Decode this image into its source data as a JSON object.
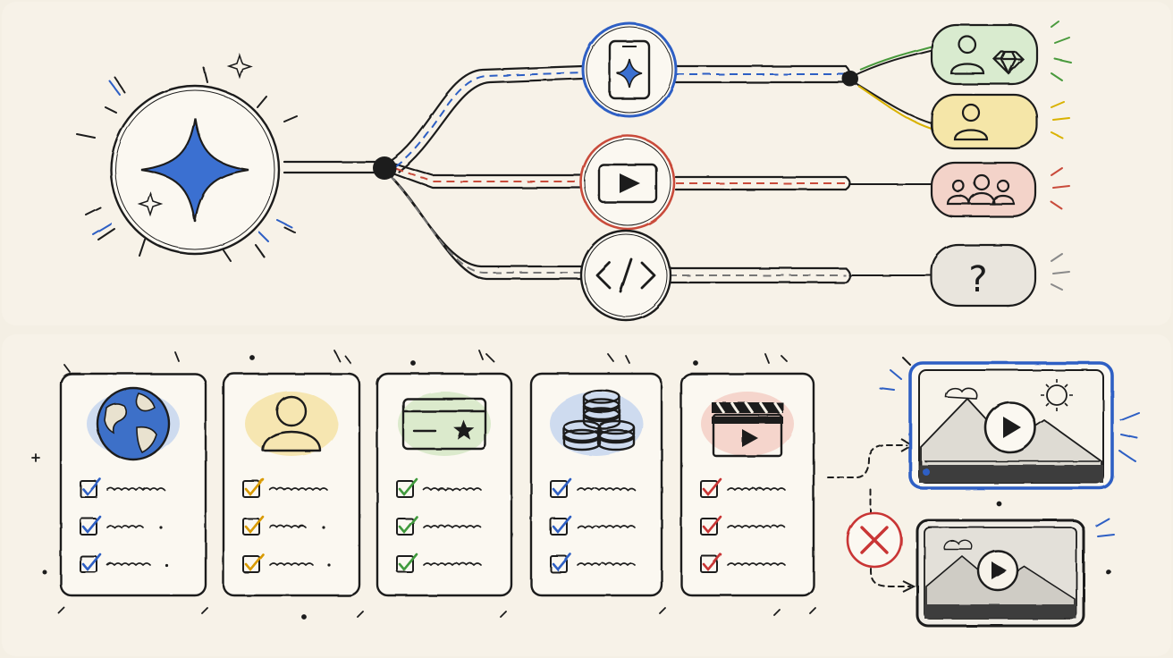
{
  "flow": {
    "source": {
      "icon": "sparkle-star-icon"
    },
    "branches": [
      {
        "icon": "smartphone-icon",
        "accent": "#2d5fc4",
        "targets": [
          {
            "icon": "user-diamond-icon",
            "fill": "#d9ebcf",
            "accent": "#4a9a3c"
          },
          {
            "icon": "user-icon",
            "fill": "#f5e6a8",
            "accent": "#d9b200"
          }
        ]
      },
      {
        "icon": "play-video-icon",
        "accent": "#c94b3b",
        "targets": [
          {
            "icon": "group-users-icon",
            "fill": "#f3d3c9",
            "accent": "#c94b3b"
          }
        ]
      },
      {
        "icon": "code-tag-icon",
        "accent": "#555555",
        "targets": [
          {
            "icon": "question-mark-icon",
            "glyph": "?",
            "fill": "#e9e5dd",
            "accent": "#888888"
          }
        ]
      }
    ]
  },
  "checklists": [
    {
      "icon": "globe-icon",
      "tint": "#c6d6ef",
      "check_color": "#2d5fc4",
      "items": 3
    },
    {
      "icon": "user-icon",
      "tint": "#f4e3a6",
      "check_color": "#d99a00",
      "items": 3
    },
    {
      "icon": "id-card-star-icon",
      "tint": "#d5e8c6",
      "check_color": "#3f9a3c",
      "items": 3
    },
    {
      "icon": "coin-stack-icon",
      "tint": "#c6d6ef",
      "check_color": "#2d5fc4",
      "items": 3
    },
    {
      "icon": "clapperboard-icon",
      "tint": "#f3cfc6",
      "check_color": "#c93434",
      "items": 3
    }
  ],
  "outcomes": [
    {
      "icon": "video-player-icon",
      "state": "accepted",
      "accent": "#2d5fc4"
    },
    {
      "icon": "video-player-icon",
      "state": "rejected",
      "accent": "#c93434",
      "marker_icon": "red-x-icon"
    }
  ],
  "colors": {
    "background": "#f4efe4",
    "panel": "#f7f2e8",
    "ink": "#1d1d1d",
    "blue": "#2d5fc4"
  }
}
